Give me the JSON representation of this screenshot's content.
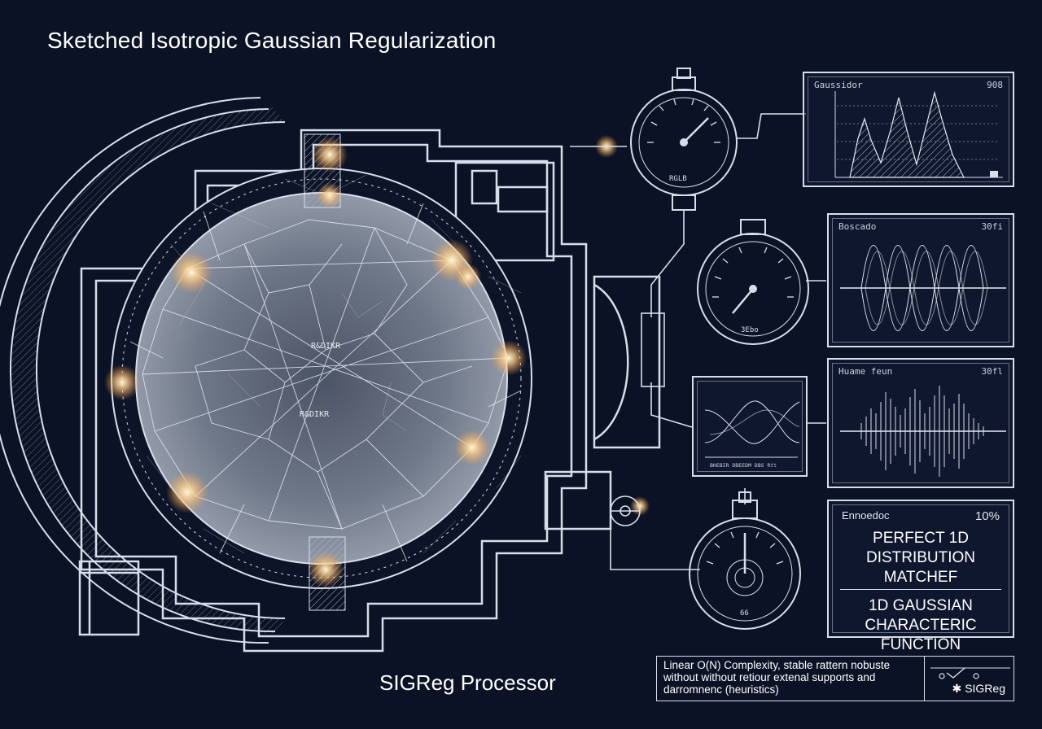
{
  "title": "Sketched Isotropic Gaussian Regularization",
  "processor_label": "SIGReg Processor",
  "panels": {
    "p1": {
      "head_left": "Gaussidor",
      "head_right": "908"
    },
    "p2": {
      "head_left": "Boscado",
      "head_right": "30fi"
    },
    "p3": {
      "head_left": "Huame feun",
      "head_right": "30fl"
    },
    "p4": {
      "head_left": "Ennoedoc",
      "head_right": "10%",
      "line1": "Perfect 1D Distribution Matchef",
      "line2": "1D Gaussian Characteric Function"
    },
    "mid_panel": {
      "caption": "BHEBIR DBEEDM DBS Rtt"
    }
  },
  "gauges": {
    "g1": {
      "text": "RGLB"
    },
    "g2": {
      "text": "3Ebo"
    },
    "g4": {
      "text": "66"
    }
  },
  "core_labels": {
    "a": "R&DIKR",
    "b": "R&DIKR"
  },
  "bottom": {
    "text": "Linear O(N) Complexity, stable rattern nobuste without without retiour extenal supports and darromnenc (heuristics)",
    "brand": "SIGReg"
  },
  "colors": {
    "background": "#0b1226",
    "line": "#d8dee9",
    "glow": "#ffcf8a",
    "core_fill": "#8f97a6"
  },
  "icons": [
    "gauge-icon",
    "glow-node-icon",
    "check-icon",
    "bug-icon"
  ]
}
